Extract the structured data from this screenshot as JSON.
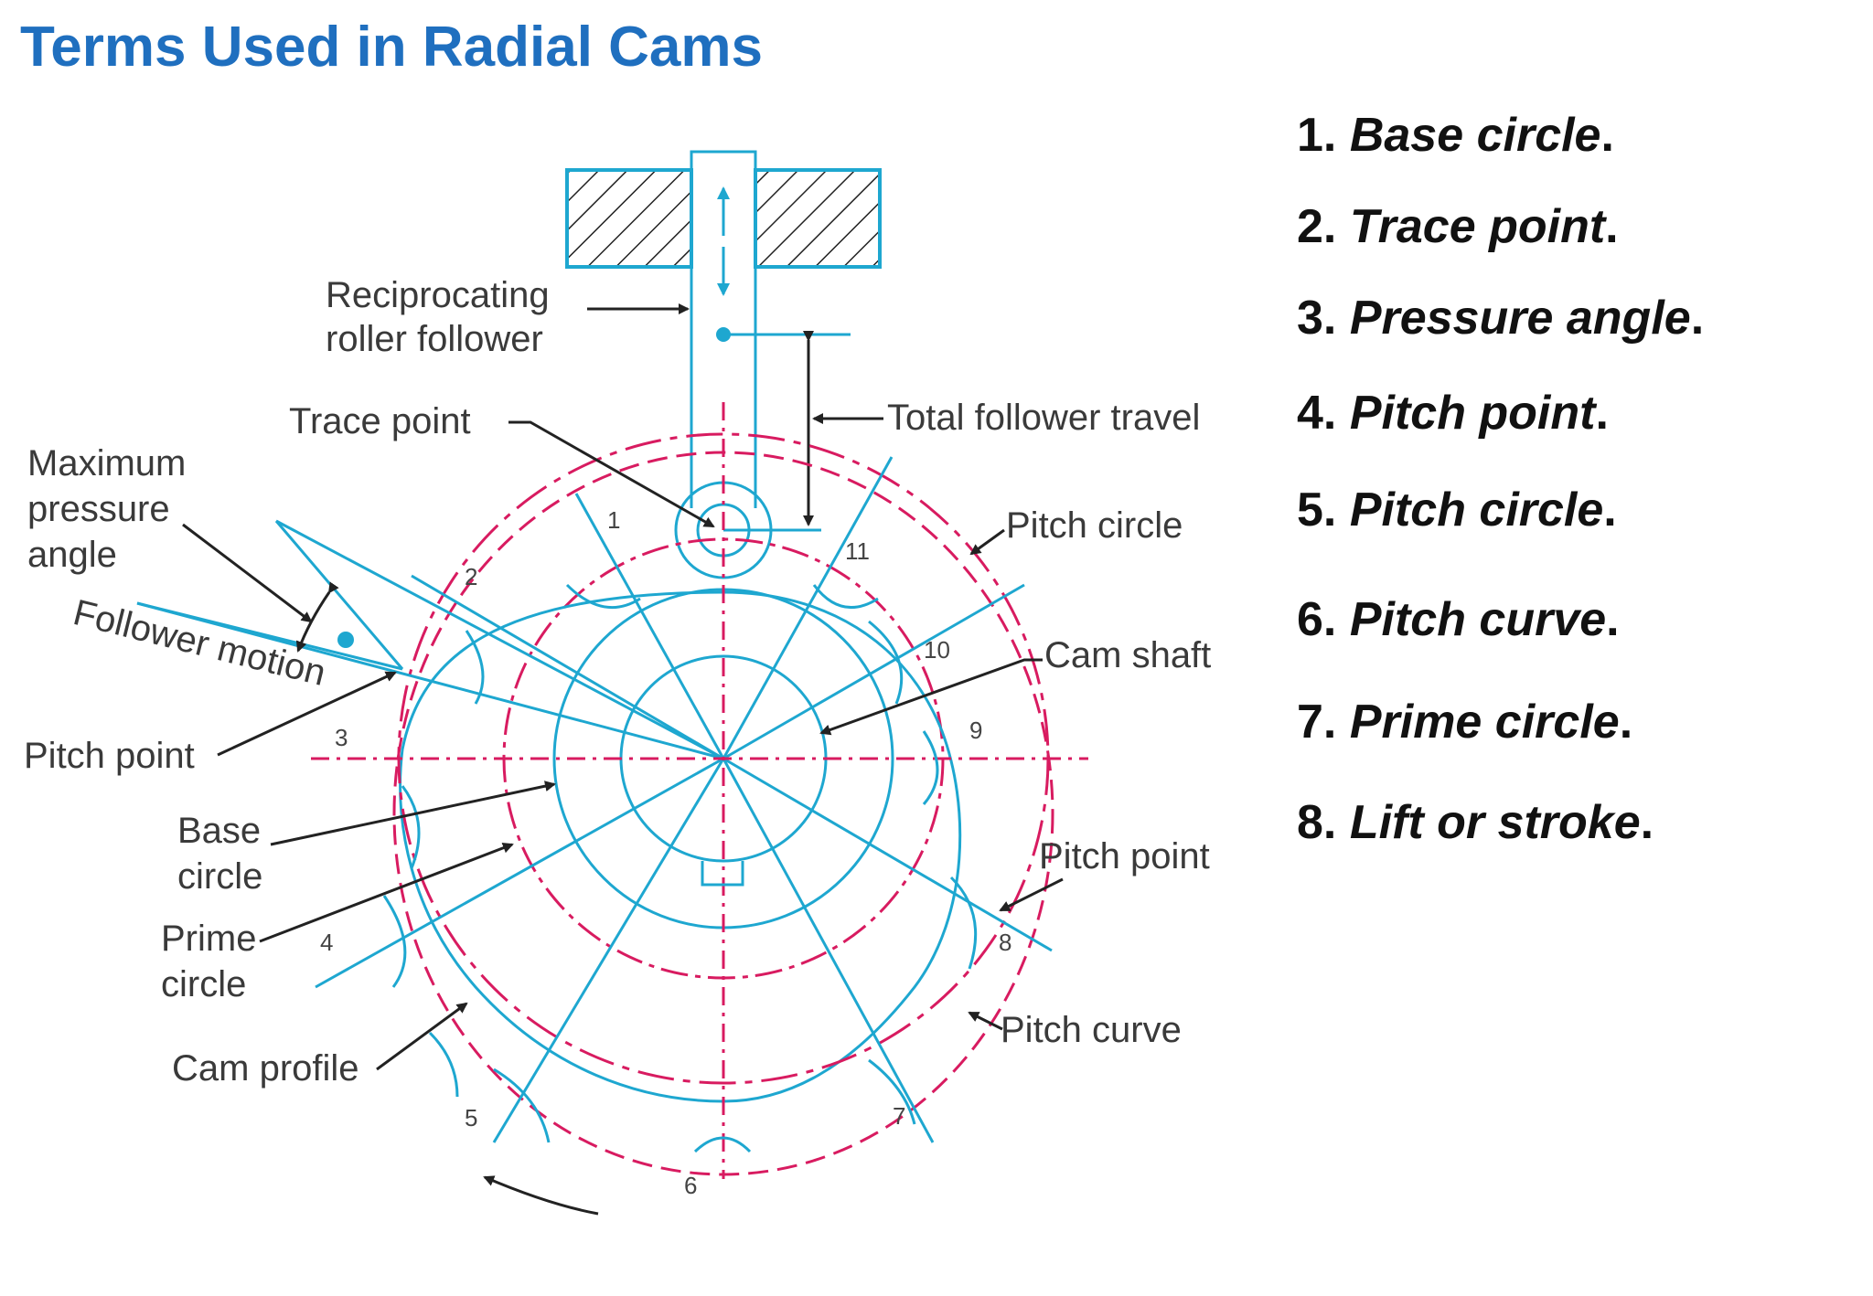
{
  "title": "Terms Used in Radial Cams",
  "terms": [
    {
      "num": "1.",
      "text": "Base circle",
      "end": "."
    },
    {
      "num": "2.",
      "text": "Trace point",
      "end": "."
    },
    {
      "num": "3.",
      "text": "Pressure angle",
      "end": "."
    },
    {
      "num": "4.",
      "text": "Pitch point",
      "end": "."
    },
    {
      "num": "5.",
      "text": "Pitch circle",
      "end": "."
    },
    {
      "num": "6.",
      "text": "Pitch curve",
      "end": "."
    },
    {
      "num": "7.",
      "text": "Prime circle",
      "end": "."
    },
    {
      "num": "8.",
      "text": "Lift or stroke",
      "end": "."
    }
  ],
  "diagram": {
    "labels": {
      "reciprocating_1": "Reciprocating",
      "reciprocating_2": "roller follower",
      "trace_point": "Trace point",
      "total_follower_travel": "Total follower travel",
      "max_pressure_1": "Maximum",
      "max_pressure_2": "pressure",
      "max_pressure_3": "angle",
      "follower_motion": "Follower motion",
      "pitch_point_left": "Pitch point",
      "pitch_circle": "Pitch circle",
      "cam_shaft": "Cam shaft",
      "base_1": "Base",
      "base_2": "circle",
      "prime_1": "Prime",
      "prime_2": "circle",
      "cam_profile": "Cam profile",
      "pitch_point_right": "Pitch point",
      "pitch_curve": "Pitch curve"
    },
    "division_numbers": [
      "1",
      "2",
      "3",
      "4",
      "5",
      "6",
      "7",
      "8",
      "9",
      "10",
      "11"
    ],
    "colors": {
      "cyan": "#1ea7d0",
      "magenta": "#d81b60",
      "title": "#1f6fbf"
    }
  }
}
